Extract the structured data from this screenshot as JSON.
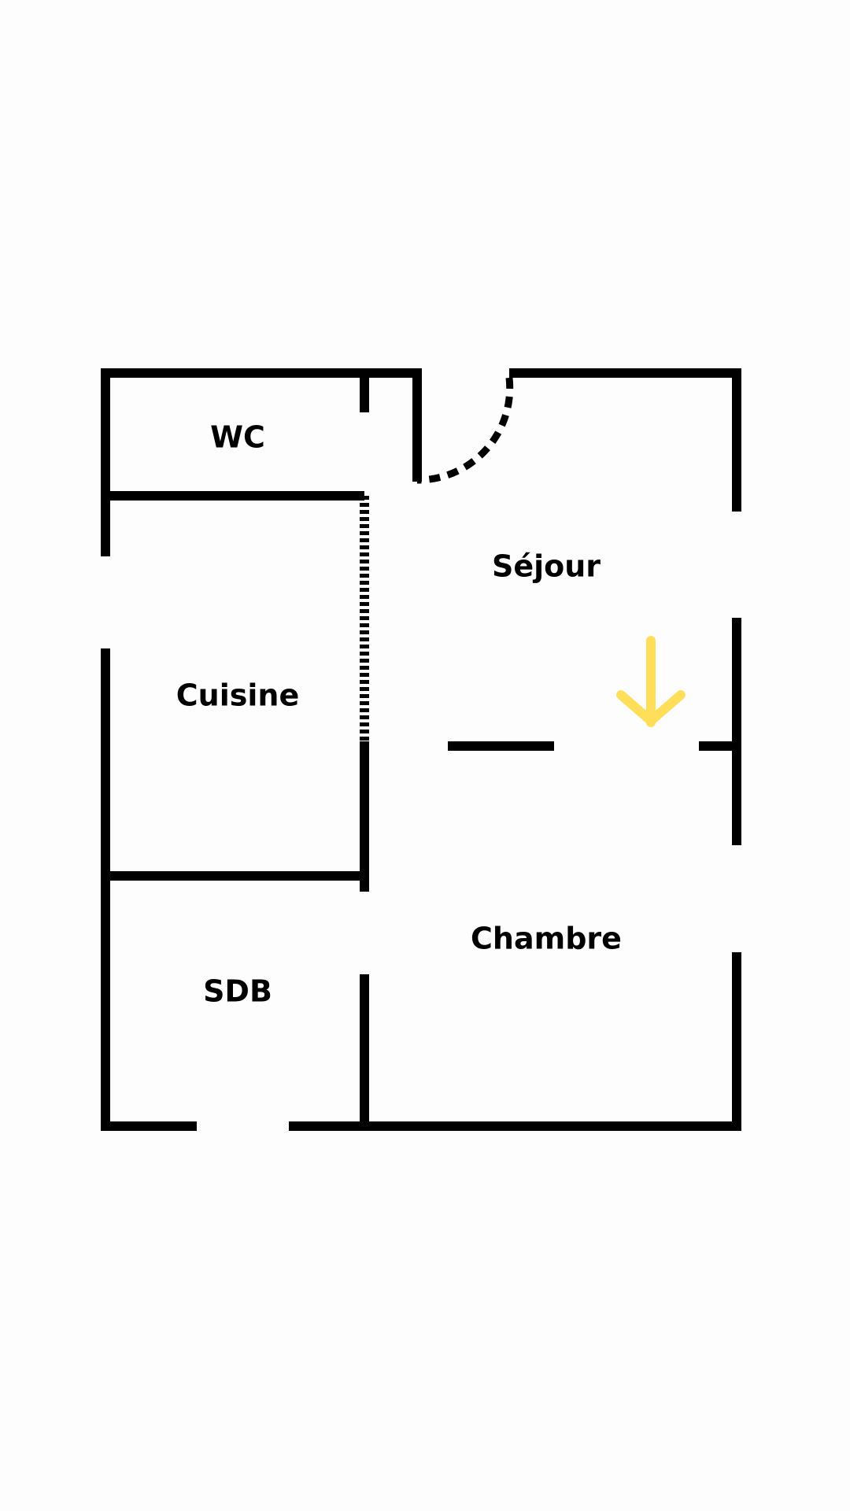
{
  "floor_plan": {
    "rooms": {
      "wc": "WC",
      "sejour": "Séjour",
      "cuisine": "Cuisine",
      "chambre": "Chambre",
      "sdb": "SDB"
    },
    "colors": {
      "walls": "#000000",
      "arrow": "#FFDF5A",
      "background": "#FDFDFD"
    },
    "icons": {
      "direction_arrow": "arrow-down-icon"
    }
  }
}
